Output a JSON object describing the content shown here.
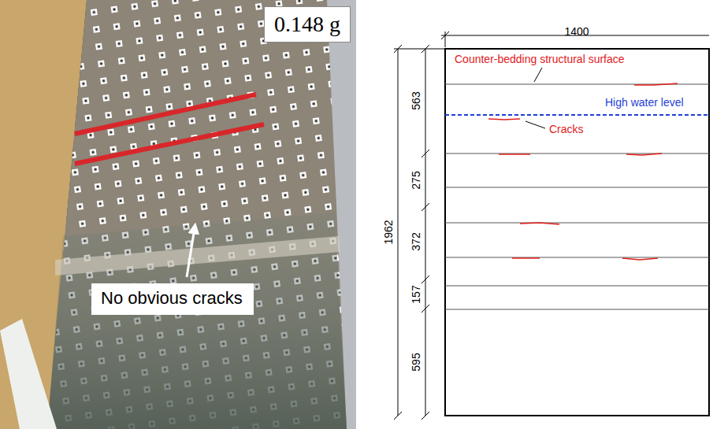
{
  "diagram": {
    "nodes": [
      {
        "text": [
          "0.148 g"
        ]
      },
      {
        "text": [
          "No obvious cracks"
        ]
      }
    ],
    "labels": [
      "1400",
      "563",
      "275",
      "372",
      "157",
      "595",
      "1962",
      "Counter-bedding structural surface",
      "High water level",
      "Cracks"
    ]
  }
}
